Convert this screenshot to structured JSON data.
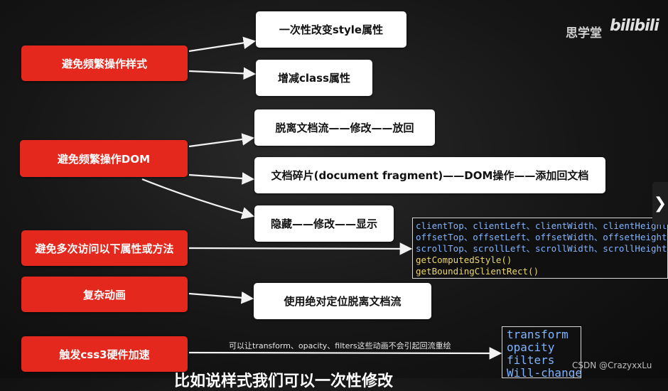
{
  "brand": {
    "channel": "思学堂",
    "site": "bilibili"
  },
  "watermark": "CSDN @CrazyxxLu",
  "categories": [
    {
      "label": "避免频繁操作样式"
    },
    {
      "label": "避免频繁操作DOM"
    },
    {
      "label": "避免多次访问以下属性或方法"
    },
    {
      "label": "复杂动画"
    },
    {
      "label": "触发css3硬件加速"
    }
  ],
  "tips": [
    {
      "label": "一次性改变style属性"
    },
    {
      "label": "增减class属性"
    },
    {
      "label": "脱离文档流——修改——放回"
    },
    {
      "label": "文档碎片(document fragment)——DOM操作——添加回文档"
    },
    {
      "label": "隐藏——修改——显示"
    },
    {
      "label": "使用绝对定位脱离文档流"
    }
  ],
  "properties_box": {
    "lines": [
      "clientTop、clientLeft、clientWidth、clientHeight",
      "offsetTop、offsetLeft、offsetWidth、offsetHeight",
      "scrollTop、scrollLeft、scrollWidth、scrollHeight",
      "getComputedStyle()",
      "getBoundingClientRect()"
    ]
  },
  "css3_box": {
    "lines": [
      "transform",
      "opacity",
      "filters",
      "Will-change"
    ]
  },
  "css3_note": "可以让transform、opacity、filters这些动画不会引起回流重绘",
  "subtitle_partial": "比如说样式我们可以一次性修改",
  "next_icon": "chevron-right-icon",
  "colors": {
    "red": "#e4281d",
    "code_blue": "#7fb4ff",
    "code_yellow": "#e8d66a"
  }
}
